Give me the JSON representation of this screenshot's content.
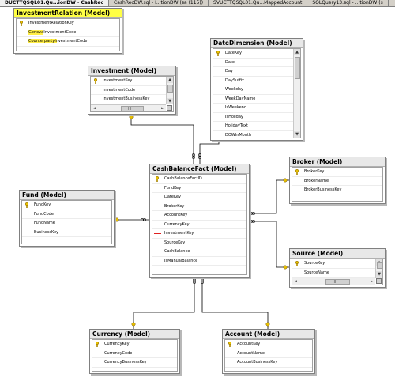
{
  "tabs": [
    {
      "label": "DUCTTQSQL01.Qu...ionDW - CashRec",
      "active": true
    },
    {
      "label": "CashRecDW.sql - I...tionDW (sa (115))",
      "active": false
    },
    {
      "label": "SVUCTTQSQL01.Qu...MappedAccount",
      "active": false
    },
    {
      "label": "SQLQuery13.sql - ...tionDW (s",
      "active": false
    }
  ],
  "tables": [
    {
      "id": "investmentrelation",
      "name": "InvestmentRelation (Model)",
      "rows": [
        {
          "label": "InvestmentRelationKey",
          "pk": true
        },
        {
          "label": "GenevaInvestmentCode",
          "hl": "Geneva"
        },
        {
          "label": "CounterpartyInvestmentCode",
          "hl": "Counterparty"
        }
      ]
    },
    {
      "id": "datedimension",
      "name": "DateDimension (Model)",
      "rows": [
        {
          "label": "DateKey",
          "pk": true
        },
        {
          "label": "Date"
        },
        {
          "label": "Day"
        },
        {
          "label": "DaySuffix"
        },
        {
          "label": "Weekday"
        },
        {
          "label": "WeekDayName"
        },
        {
          "label": "IsWeekend"
        },
        {
          "label": "IsHoliday"
        },
        {
          "label": "HolidayText"
        },
        {
          "label": "DOWInMonth"
        }
      ]
    },
    {
      "id": "investment",
      "name": "Investment (Model)",
      "rows": [
        {
          "label": "InvestmentKey",
          "pk": true
        },
        {
          "label": "InvestmentCode"
        },
        {
          "label": "InvestmentBusinessKey"
        }
      ]
    },
    {
      "id": "cashbalancefact",
      "name": "CashBalanceFact (Model)",
      "rows": [
        {
          "label": "CashBalanceFactID",
          "pk": true
        },
        {
          "label": "FundKey"
        },
        {
          "label": "DateKey"
        },
        {
          "label": "BrokerKey"
        },
        {
          "label": "AccountKey"
        },
        {
          "label": "CurrencyKey"
        },
        {
          "label": "InvestmentKey",
          "redline": true
        },
        {
          "label": "SourceKey"
        },
        {
          "label": "CashBalance"
        },
        {
          "label": "IsManualBalance"
        }
      ]
    },
    {
      "id": "broker",
      "name": "Broker (Model)",
      "rows": [
        {
          "label": "BrokerKey",
          "pk": true
        },
        {
          "label": "BrokerName"
        },
        {
          "label": "BrokerBusinessKey"
        }
      ]
    },
    {
      "id": "fund",
      "name": "Fund (Model)",
      "rows": [
        {
          "label": "FundKey",
          "pk": true
        },
        {
          "label": "FundCode"
        },
        {
          "label": "FundName"
        },
        {
          "label": "BusinessKey"
        }
      ]
    },
    {
      "id": "source",
      "name": "Source (Model)",
      "rows": [
        {
          "label": "SourceKey",
          "pk": true
        },
        {
          "label": "SourceName"
        }
      ]
    },
    {
      "id": "currency",
      "name": "Currency (Model)",
      "rows": [
        {
          "label": "CurrencyKey",
          "pk": true
        },
        {
          "label": "CurrencyCode"
        },
        {
          "label": "CurrencyBusinessKey"
        }
      ]
    },
    {
      "id": "account",
      "name": "Account (Model)",
      "rows": [
        {
          "label": "AccountKey",
          "pk": true
        },
        {
          "label": "AccountName"
        },
        {
          "label": "AccountBusinessKey"
        }
      ]
    }
  ],
  "glyphs": {
    "scroll_up": "▲",
    "scroll_down": "▼",
    "scroll_left": "◄",
    "scroll_right": "►",
    "grip": "III"
  },
  "colors": {
    "highlight": "#ffee44",
    "title_selected": "#ffff44",
    "key_gold": "#e8c000",
    "relation_line": "#000000",
    "underline_red": "#e02020"
  }
}
